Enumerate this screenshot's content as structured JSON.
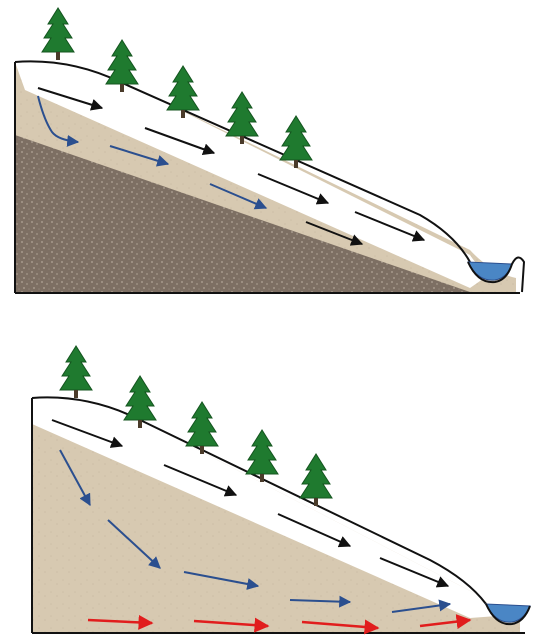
{
  "figure": {
    "panels": [
      {
        "id": "top",
        "description_layers": [
          "surface",
          "soil",
          "bedrock",
          "pond"
        ],
        "flows": [
          "surface",
          "subsurface"
        ],
        "colors": {
          "soil": "#d7c9b1",
          "bedrock": "#7d6f63",
          "bedrock_speckle": "#a6998c",
          "tree": "#1f7a2f",
          "tree_dark": "#14551f",
          "trunk": "#4a3b2a",
          "surface_arrow": "#111111",
          "subsurface_arrow": "#2b4f8f",
          "pond": "#4a86c5"
        }
      },
      {
        "id": "bottom",
        "description_layers": [
          "surface",
          "soil",
          "pond"
        ],
        "flows": [
          "surface",
          "subsurface",
          "deep"
        ],
        "colors": {
          "soil": "#d7c9b1",
          "tree": "#1f7a2f",
          "tree_dark": "#14551f",
          "trunk": "#4a3b2a",
          "surface_arrow": "#111111",
          "subsurface_arrow": "#2b4f8f",
          "deep_arrow": "#e11d1d",
          "pond": "#4a86c5"
        }
      }
    ]
  }
}
